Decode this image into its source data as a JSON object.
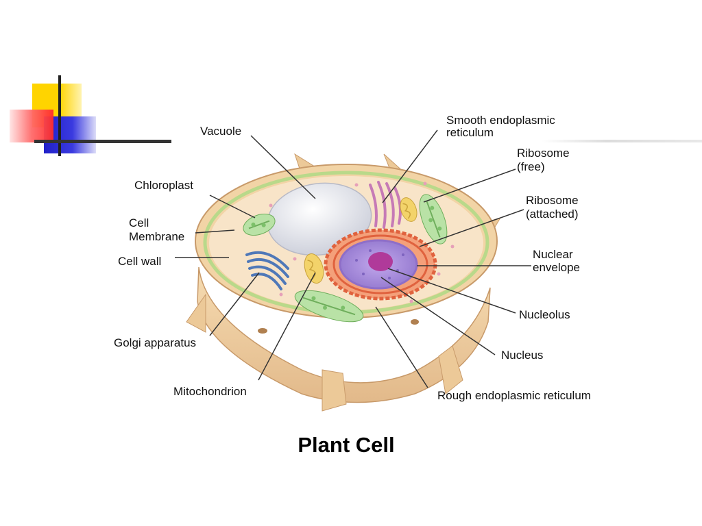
{
  "title": "Plant Cell",
  "labels": {
    "vacuole": "Vacuole",
    "chloroplast": "Chloroplast",
    "cell_membrane_1": "Cell",
    "cell_membrane_2": "Membrane",
    "cell_wall": "Cell wall",
    "golgi": "Golgi apparatus",
    "mitochondrion": "Mitochondrion",
    "smooth_er_1": "Smooth endoplasmic",
    "smooth_er_2": "reticulum",
    "ribosome_free_1": "Ribosome",
    "ribosome_free_2": "(free)",
    "ribosome_attached_1": "Ribosome",
    "ribosome_attached_2": "(attached)",
    "nuclear_envelope_1": "Nuclear",
    "nuclear_envelope_2": "envelope",
    "nucleolus": "Nucleolus",
    "nucleus": "Nucleus",
    "rough_er": "Rough endoplasmic reticulum"
  },
  "colors": {
    "cell_wall": "#f0d2a4",
    "cytoplasm": "#f7e3c6",
    "vacuole": "#e8eaf2",
    "chloroplast": "#b8e0a8",
    "golgi": "#5b86c4",
    "smooth_er": "#c879b8",
    "mitochondrion": "#f3d36a",
    "rough_er": "#e8704a",
    "nucleus": "#a48ad8",
    "nucleolus": "#b03a9a"
  }
}
